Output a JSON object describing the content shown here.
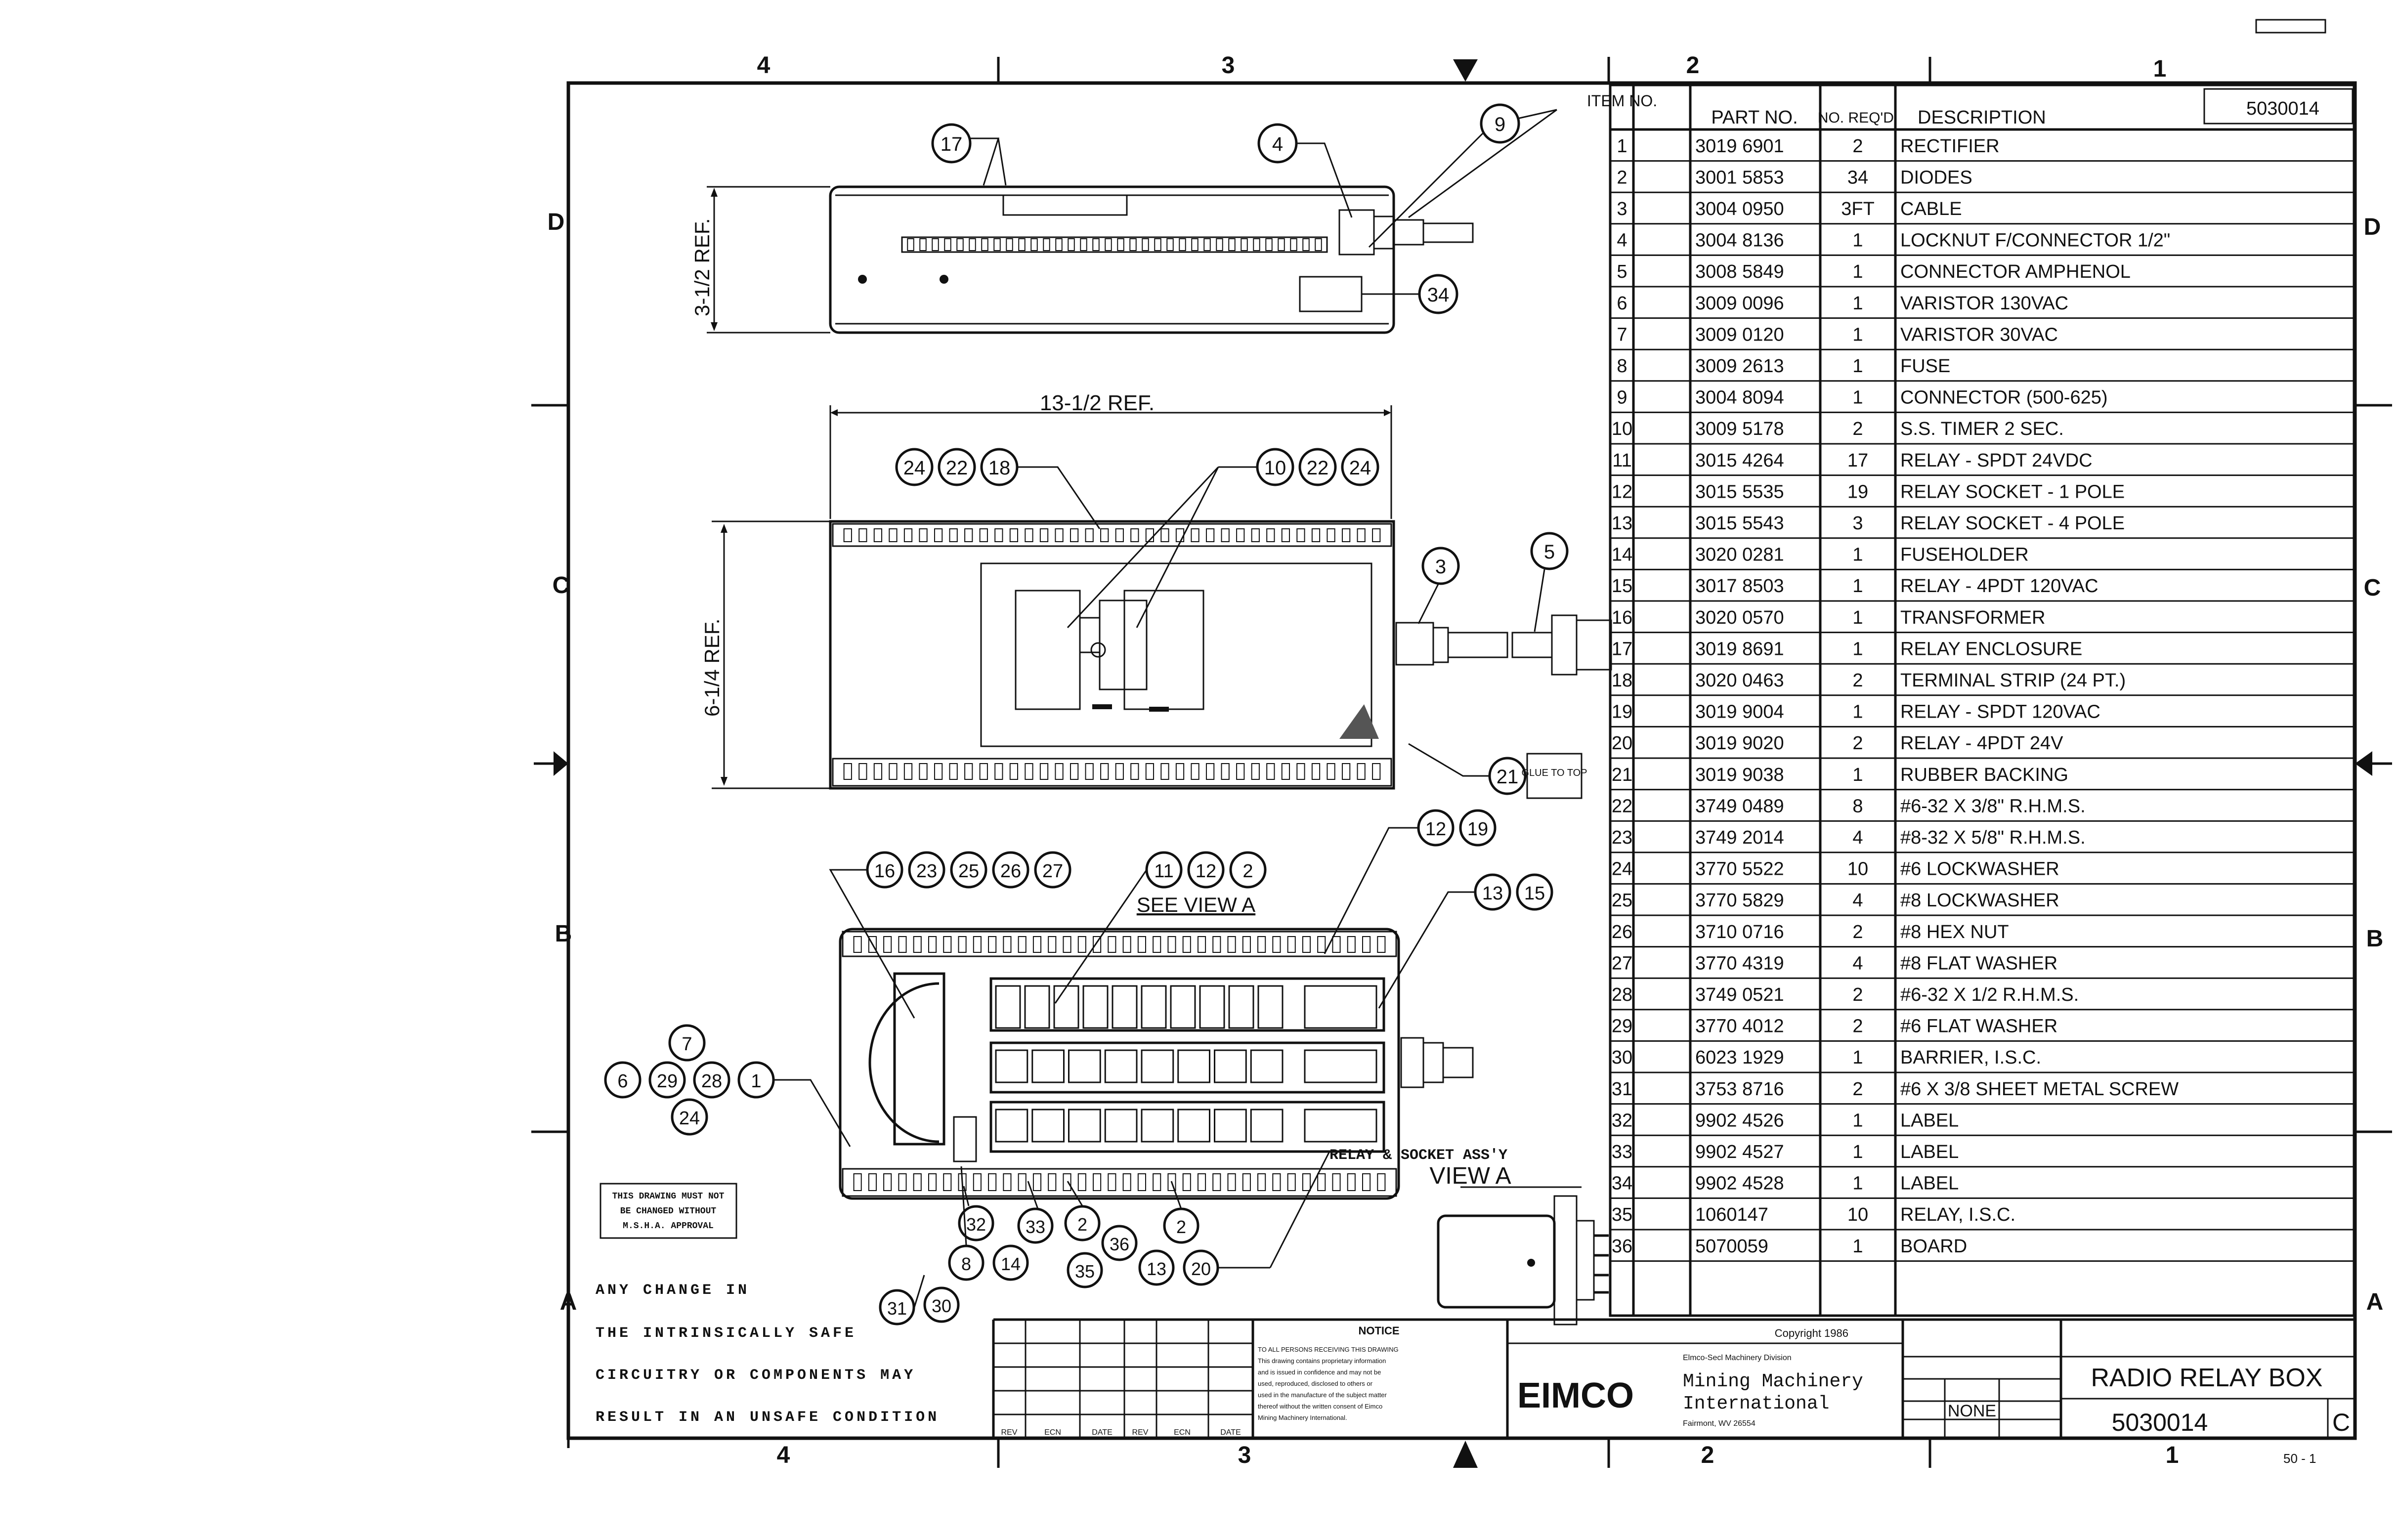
{
  "zones": {
    "top": [
      "4",
      "3",
      "2",
      "1"
    ],
    "bottom": [
      "4",
      "3",
      "2",
      "1"
    ],
    "left": [
      "D",
      "C",
      "B",
      "A"
    ],
    "right": [
      "D",
      "C",
      "B",
      "A"
    ]
  },
  "parts_table": {
    "headers": {
      "item": "ITEM NO.",
      "part": "PART NO.",
      "qty": "NO. REQ'D.",
      "desc": "DESCRIPTION"
    },
    "rows": [
      [
        "1",
        "3019 6901",
        "2",
        "RECTIFIER"
      ],
      [
        "2",
        "3001 5853",
        "34",
        "DIODES"
      ],
      [
        "3",
        "3004 0950",
        "3FT",
        "CABLE"
      ],
      [
        "4",
        "3004 8136",
        "1",
        "LOCKNUT F/CONNECTOR 1/2\""
      ],
      [
        "5",
        "3008 5849",
        "1",
        "CONNECTOR AMPHENOL"
      ],
      [
        "6",
        "3009 0096",
        "1",
        "VARISTOR 130VAC"
      ],
      [
        "7",
        "3009 0120",
        "1",
        "VARISTOR 30VAC"
      ],
      [
        "8",
        "3009 2613",
        "1",
        "FUSE"
      ],
      [
        "9",
        "3004 8094",
        "1",
        "CONNECTOR (500-625)"
      ],
      [
        "10",
        "3009 5178",
        "2",
        "S.S. TIMER 2 SEC."
      ],
      [
        "11",
        "3015 4264",
        "17",
        "RELAY - SPDT 24VDC"
      ],
      [
        "12",
        "3015 5535",
        "19",
        "RELAY SOCKET - 1 POLE"
      ],
      [
        "13",
        "3015 5543",
        "3",
        "RELAY SOCKET - 4 POLE"
      ],
      [
        "14",
        "3020 0281",
        "1",
        "FUSEHOLDER"
      ],
      [
        "15",
        "3017 8503",
        "1",
        "RELAY - 4PDT 120VAC"
      ],
      [
        "16",
        "3020 0570",
        "1",
        "TRANSFORMER"
      ],
      [
        "17",
        "3019 8691",
        "1",
        "RELAY ENCLOSURE"
      ],
      [
        "18",
        "3020 0463",
        "2",
        "TERMINAL STRIP (24 PT.)"
      ],
      [
        "19",
        "3019 9004",
        "1",
        "RELAY - SPDT 120VAC"
      ],
      [
        "20",
        "3019 9020",
        "2",
        "RELAY - 4PDT 24V"
      ],
      [
        "21",
        "3019 9038",
        "1",
        "RUBBER BACKING"
      ],
      [
        "22",
        "3749 0489",
        "8",
        "#6-32 X 3/8\" R.H.M.S."
      ],
      [
        "23",
        "3749 2014",
        "4",
        "#8-32 X 5/8\" R.H.M.S."
      ],
      [
        "24",
        "3770 5522",
        "10",
        "#6 LOCKWASHER"
      ],
      [
        "25",
        "3770 5829",
        "4",
        "#8 LOCKWASHER"
      ],
      [
        "26",
        "3710 0716",
        "2",
        "#8 HEX NUT"
      ],
      [
        "27",
        "3770 4319",
        "4",
        "#8 FLAT WASHER"
      ],
      [
        "28",
        "3749 0521",
        "2",
        "#6-32 X 1/2 R.H.M.S."
      ],
      [
        "29",
        "3770 4012",
        "2",
        "#6 FLAT WASHER"
      ],
      [
        "30",
        "6023 1929",
        "1",
        "BARRIER, I.S.C."
      ],
      [
        "31",
        "3753 8716",
        "2",
        "#6 X 3/8 SHEET METAL SCREW"
      ],
      [
        "32",
        "9902 4526",
        "1",
        "LABEL"
      ],
      [
        "33",
        "9902 4527",
        "1",
        "LABEL"
      ],
      [
        "34",
        "9902 4528",
        "1",
        "LABEL"
      ],
      [
        "35",
        "1060147",
        "10",
        "RELAY, I.S.C."
      ],
      [
        "36",
        "5070059",
        "1",
        "BOARD"
      ]
    ],
    "part_no_box": "5030014"
  },
  "views": {
    "top": {
      "dim": "3-1/2 REF.",
      "balloons": [
        "17",
        "4",
        "9",
        "34"
      ]
    },
    "front": {
      "width_dim": "13-1/2 REF.",
      "height_dim": "6-1/4 REF.",
      "balloons_left": [
        "24",
        "22",
        "18"
      ],
      "balloons_right": [
        "10",
        "22",
        "24"
      ],
      "side_balloons": [
        "3",
        "5",
        "21"
      ],
      "glue_note": "GLUE TO TOP"
    },
    "bottom": {
      "see_view": "SEE VIEW A",
      "balloons": {
        "g1": [
          "16",
          "23",
          "25",
          "26",
          "27"
        ],
        "g2": [
          "11",
          "12",
          "2"
        ],
        "g3": [
          "12",
          "19"
        ],
        "g4": [
          "13",
          "15"
        ],
        "g5a": [
          "7"
        ],
        "g5b": [
          "6",
          "29",
          "28",
          "1"
        ],
        "g5c": [
          "24"
        ],
        "low": [
          "32",
          "33",
          "2",
          "36",
          "2",
          "8",
          "14",
          "35",
          "13",
          "20",
          "31",
          "30"
        ]
      },
      "label_box": [
        "THIS DRAWING MUST NOT",
        "BE CHANGED WITHOUT",
        "M.S.H.A. APPROVAL"
      ]
    },
    "view_a": {
      "caption": "RELAY & SOCKET ASS'Y",
      "title": "VIEW A"
    }
  },
  "warning": [
    "ANY CHANGE IN",
    "THE INTRINSICALLY SAFE",
    "CIRCUITRY OR COMPONENTS MAY",
    "RESULT IN AN UNSAFE CONDITION"
  ],
  "revision_block": {
    "headers": [
      "REV",
      "ECN",
      "DATE",
      "REV",
      "ECN",
      "DATE"
    ]
  },
  "notice": {
    "title": "NOTICE",
    "lines": [
      "TO ALL PERSONS RECEIVING THIS DRAWING",
      "This drawing contains proprietary information",
      "and is issued in confidence and may not be",
      "used, reproduced, disclosed to others or",
      "used in the manufacture of the subject matter",
      "thereof without the written consent of Eimco",
      "Mining Machinery International."
    ]
  },
  "company": {
    "copyright": "Copyright 1986",
    "division": "Elmco-Secl Machinery Division",
    "name_lines": [
      "Mining Machinery",
      "International"
    ],
    "logo": "EIMCO",
    "location": "Fairmont, WV 26554"
  },
  "title_block": {
    "title": "RADIO RELAY BOX",
    "drawing_no": "5030014",
    "scale": "NONE",
    "rev": "C",
    "page_code": "50 - 1"
  }
}
